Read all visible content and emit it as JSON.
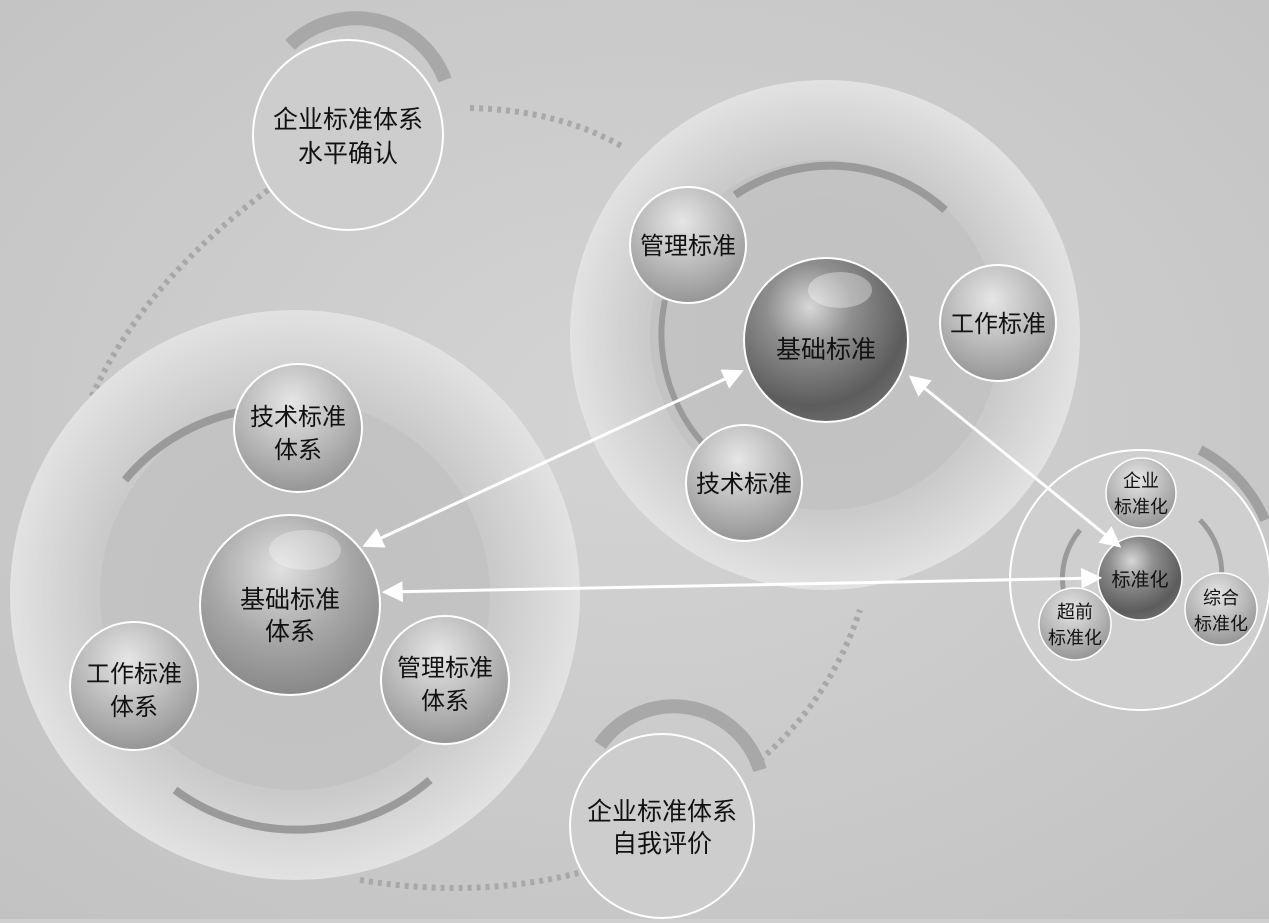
{
  "diagram": {
    "top_node": {
      "line1": "企业标准体系",
      "line2": "水平确认"
    },
    "bottom_node": {
      "line1": "企业标准体系",
      "line2": "自我评价"
    },
    "right_cluster": {
      "center": "基础标准",
      "satellites": [
        {
          "label": "管理标准"
        },
        {
          "label": "工作标准"
        },
        {
          "label": "技术标准"
        }
      ]
    },
    "left_cluster": {
      "center": {
        "line1": "基础标准",
        "line2": "体系"
      },
      "satellites": [
        {
          "line1": "技术标准",
          "line2": "体系"
        },
        {
          "line1": "工作标准",
          "line2": "体系"
        },
        {
          "line1": "管理标准",
          "line2": "体系"
        }
      ]
    },
    "small_cluster": {
      "center": "标准化",
      "satellites": [
        {
          "line1": "企业",
          "line2": "标准化"
        },
        {
          "line1": "综合",
          "line2": "标准化"
        },
        {
          "line1": "超前",
          "line2": "标准化"
        }
      ]
    }
  }
}
